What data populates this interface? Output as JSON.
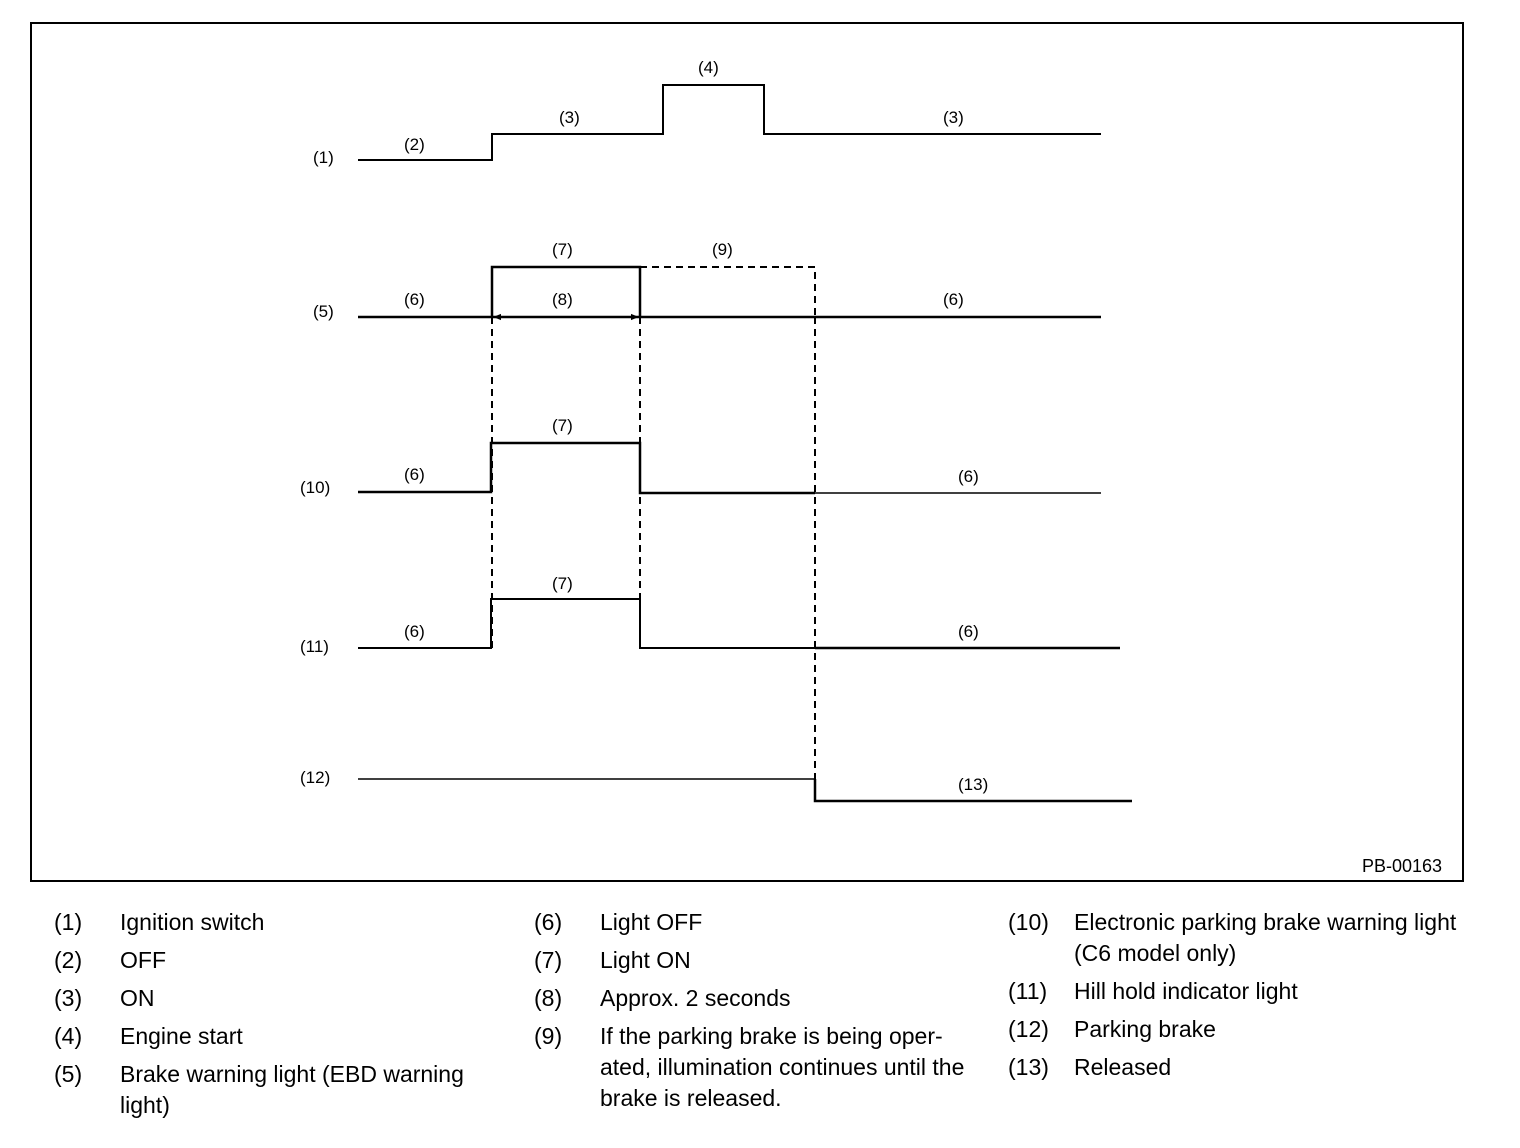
{
  "figure_code": "PB-00163",
  "signals": {
    "s1": "(1)",
    "s5": "(5)",
    "s10": "(10)",
    "s11": "(11)",
    "s12": "(12)"
  },
  "states": {
    "off": "(2)",
    "on": "(3)",
    "engine_start": "(4)",
    "light_off": "(6)",
    "light_on": "(7)",
    "approx": "(8)",
    "continues": "(9)",
    "released": "(13)"
  },
  "legend": {
    "col1": [
      {
        "num": "(1)",
        "text": "Ignition switch"
      },
      {
        "num": "(2)",
        "text": "OFF"
      },
      {
        "num": "(3)",
        "text": "ON"
      },
      {
        "num": "(4)",
        "text": "Engine start"
      },
      {
        "num": "(5)",
        "text": "Brake warning light (EBD warning light)"
      }
    ],
    "col2": [
      {
        "num": "(6)",
        "text": "Light OFF"
      },
      {
        "num": "(7)",
        "text": "Light ON"
      },
      {
        "num": "(8)",
        "text": "Approx. 2 seconds"
      },
      {
        "num": "(9)",
        "text": "If the parking brake is being oper-ated, illumination continues until the brake is released."
      }
    ],
    "col3": [
      {
        "num": "(10)",
        "text": "Electronic parking brake warning light (C6 model only)"
      },
      {
        "num": "(11)",
        "text": "Hill hold indicator light"
      },
      {
        "num": "(12)",
        "text": "Parking brake"
      },
      {
        "num": "(13)",
        "text": "Released"
      }
    ]
  }
}
